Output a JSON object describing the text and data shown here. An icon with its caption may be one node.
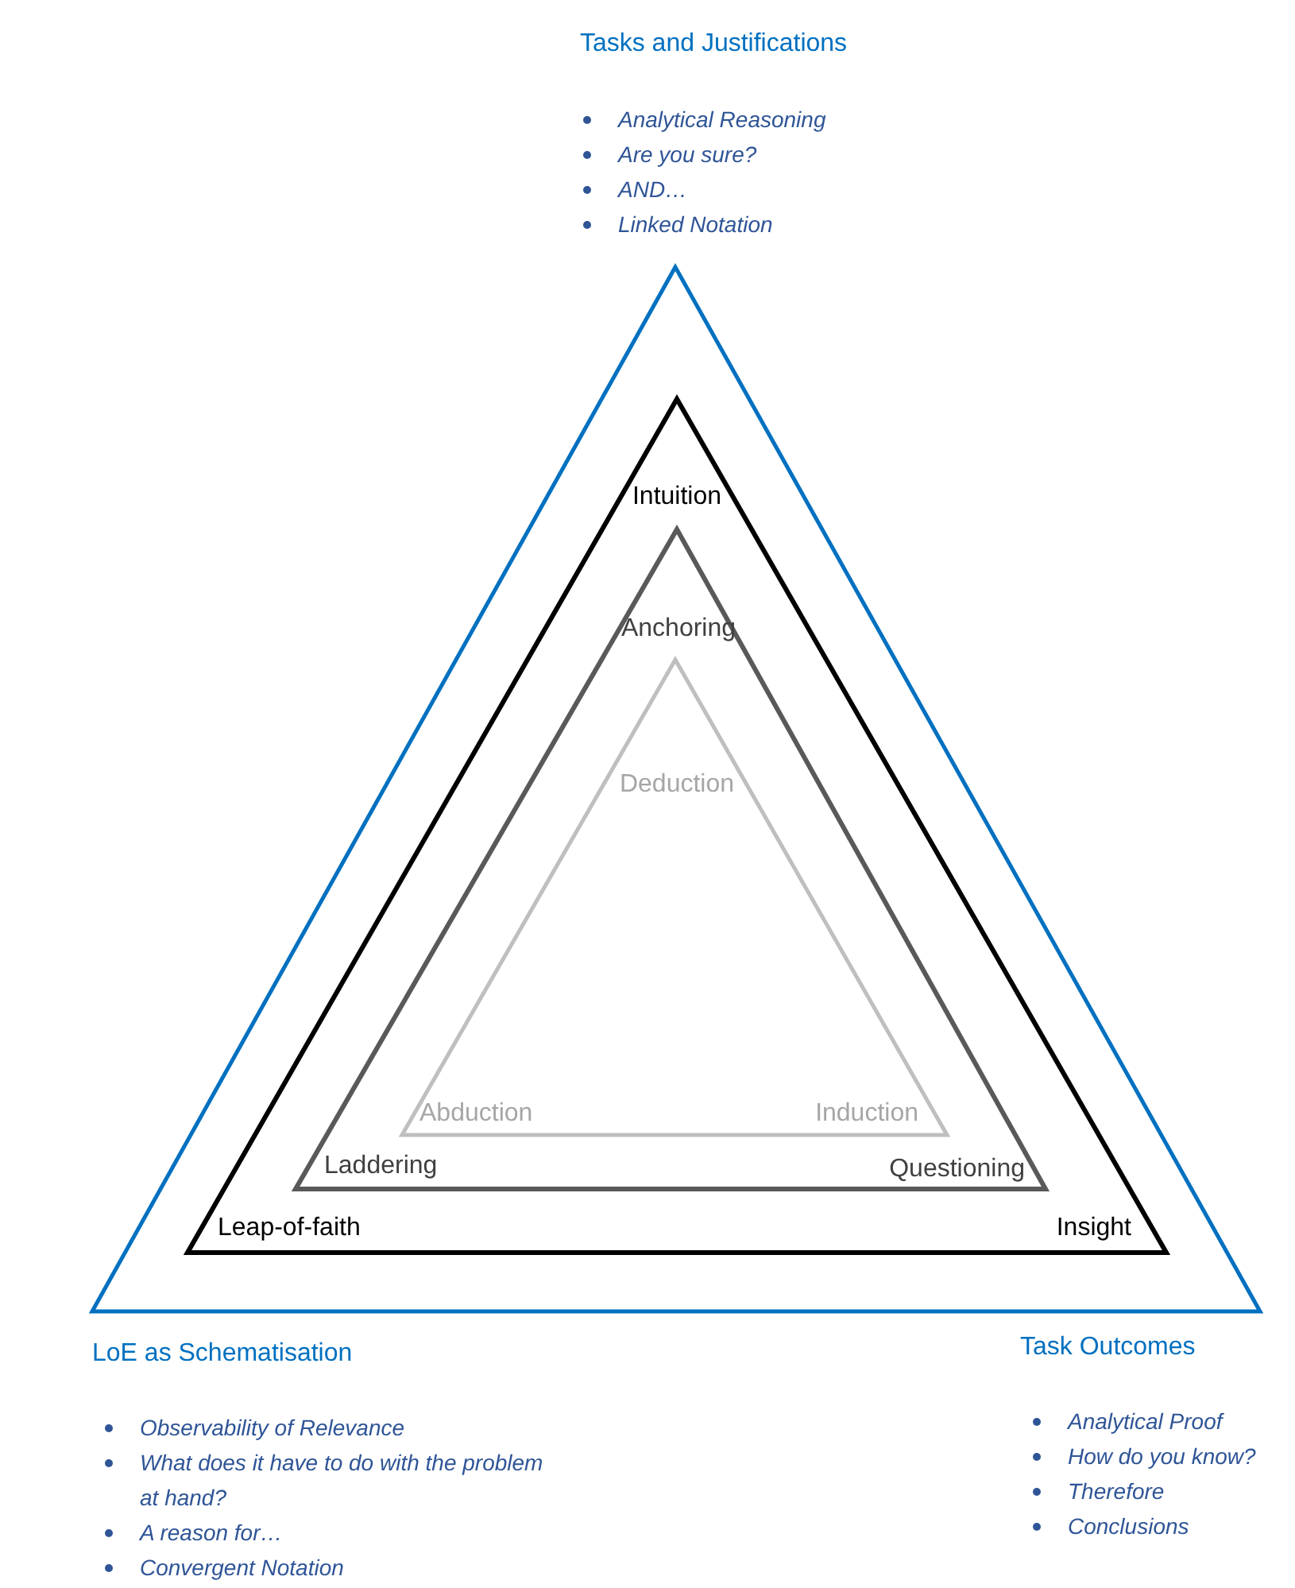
{
  "diagram": {
    "nodes": [
      {
        "text": [
          "Tasks and Justifications",
          "LoE as Schematisation",
          "Task Outcomes"
        ]
      },
      {
        "text": [
          "Intuition",
          "Leap-of-faith",
          "Insight"
        ],
        "in": 0
      },
      {
        "text": [
          "Anchoring",
          "Laddering",
          "Questioning"
        ],
        "in": 1
      },
      {
        "text": [
          "Deduction",
          "Abduction",
          "Induction"
        ],
        "in": 2
      }
    ],
    "labels": [
      "Analytical Reasoning",
      "Are you sure?",
      "AND…",
      "Linked Notation",
      "Observability of Relevance",
      "What does it have to do with the problem at hand?",
      "A reason for…",
      "Convergent Notation",
      "Analytical Proof",
      "How do you know?",
      "Therefore",
      "Conclusions"
    ]
  }
}
